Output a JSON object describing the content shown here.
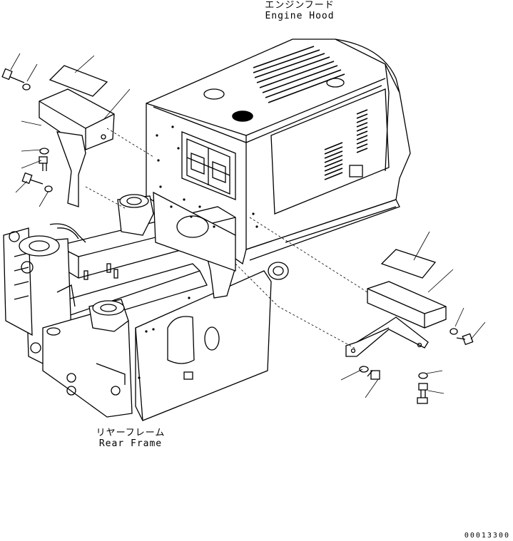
{
  "labels": {
    "engine_hood_jp": "エンジンフード",
    "engine_hood_en": "Engine Hood",
    "rear_frame_jp": "リヤーフレーム",
    "rear_frame_en": "Rear Frame"
  },
  "drawing_number": "00013300"
}
